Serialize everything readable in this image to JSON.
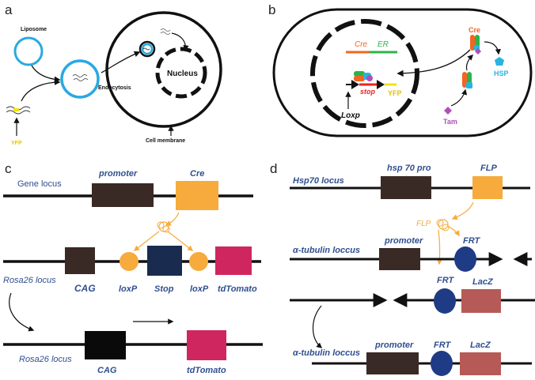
{
  "panels": {
    "a": {
      "letter": "a",
      "liposome": "Liposome",
      "endocytosis": "Endocytosis",
      "nucleus": "Nucleus",
      "cell_membrane": "Cell membrane",
      "yfp": "YFP"
    },
    "b": {
      "letter": "b",
      "cre": "Cre",
      "er": "ER",
      "stop": "stop",
      "yfp": "YFP",
      "loxp": "Loxp",
      "cre_right": "Cre",
      "hsp": "HSP",
      "tam": "Tam"
    },
    "c": {
      "letter": "c",
      "gene_locus": "Gene locus",
      "promoter": "promoter",
      "cre": "Cre",
      "rosa26_locus_1": "Rosa26 locus",
      "cag_1": "CAG",
      "loxp_1": "loxP",
      "stop": "Stop",
      "loxp_2": "loxP",
      "tdtomato_1": "tdTomato",
      "rosa26_locus_2": "Rosa26 locus",
      "cag_2": "CAG",
      "tdtomato_2": "tdTomato"
    },
    "d": {
      "letter": "d",
      "hsp70_locus": "Hsp70 locus",
      "hsp70_pro": "hsp 70 pro",
      "flp_top": "FLP",
      "flp_mid": "FLP",
      "tubulin_locus_1": "α-tubulin loccus",
      "promoter_1": "promoter",
      "frt_1": "FRT",
      "frt_2": "FRT",
      "lacz_1": "LacZ",
      "tubulin_locus_2": "α-tubulin loccus",
      "promoter_2": "promoter",
      "frt_3": "FRT",
      "lacz_2": "LacZ"
    }
  },
  "colors": {
    "membrane_blue": "#29a9e1",
    "dark_box": "#3a2a26",
    "orange": "#f6ab3c",
    "navy": "#1a2b50",
    "crimson": "#cf2660",
    "lacz": "#b65a57",
    "frt_blue": "#1f3b85",
    "cre_orange": "#f26522",
    "er_green": "#2db34a",
    "magenta": "#b04fb8",
    "hsp_cyan": "#28b4e3"
  }
}
